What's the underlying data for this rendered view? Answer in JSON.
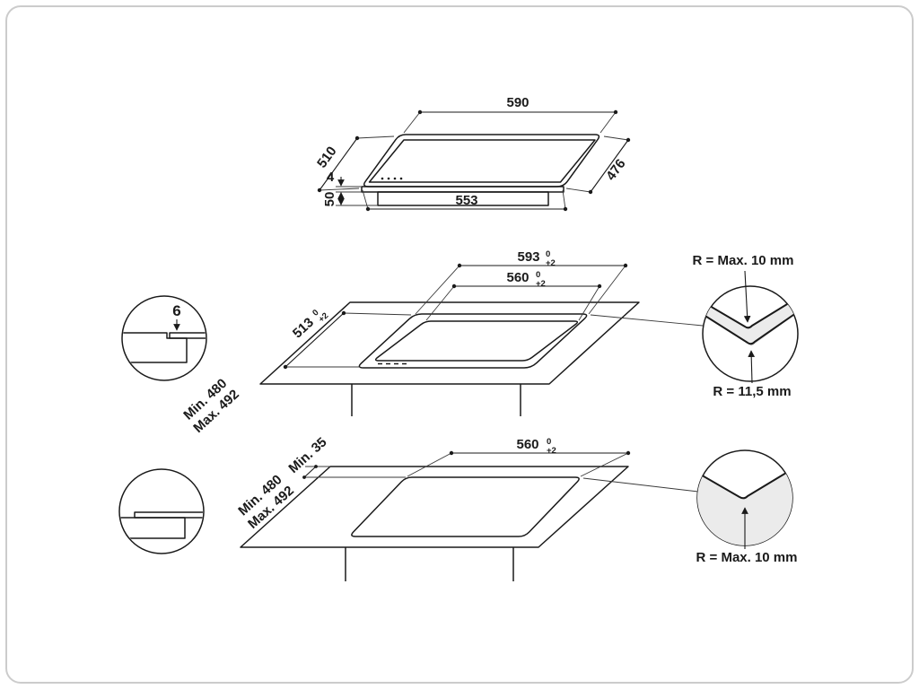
{
  "colors": {
    "line": "#1a1a1a",
    "counter_fill": "#ececec",
    "background": "#ffffff"
  },
  "tolerance": {
    "upper": "0",
    "lower": "+2"
  },
  "hob_view": {
    "width_back": "590",
    "depth_left": "510",
    "depth_right": "476",
    "width_front": "553",
    "glass_thickness": "4",
    "body_height": "50"
  },
  "flush_cutout": {
    "detail_number": "6",
    "outer_width": "593",
    "inner_width": "560",
    "depth": "513",
    "cabinet_min": "Min. 480",
    "cabinet_max": "Max. 492",
    "radius_cutout_max": "R = Max. 10 mm",
    "radius_hob": "R = 11,5 mm"
  },
  "surface_cutout": {
    "width": "560",
    "front_clearance": "Min. 35",
    "cabinet_min": "Min. 480",
    "cabinet_max": "Max. 492",
    "radius_cutout_max": "R = Max. 10 mm"
  }
}
